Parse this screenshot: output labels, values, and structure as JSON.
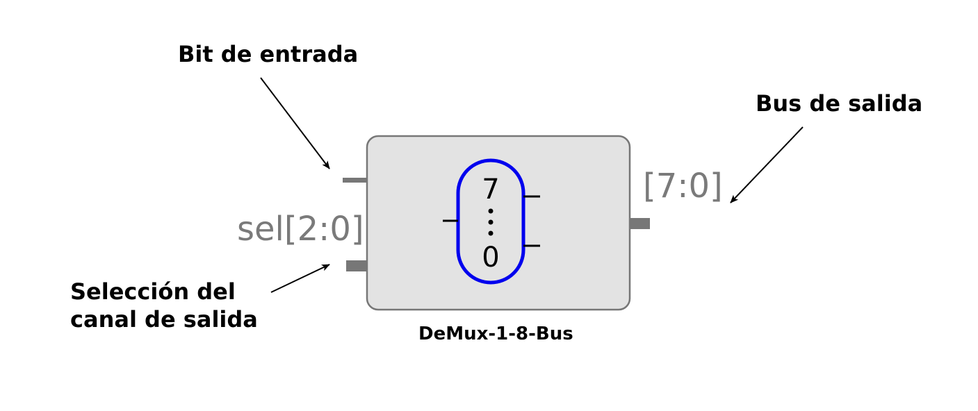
{
  "annotations": {
    "input_bit": "Bit de entrada",
    "output_bus": "Bus de salida",
    "select_line1": "Selección del",
    "select_line2": "canal de salida"
  },
  "ports": {
    "select": "sel[2:0]",
    "output": "[7:0]"
  },
  "block": {
    "name": "DeMux-1-8-Bus",
    "symbol_top": "7",
    "symbol_bottom": "0"
  },
  "colors": {
    "block_fill": "#e3e3e3",
    "block_border": "#777777",
    "symbol_outline": "#0000ee",
    "port_wire": "#777777",
    "port_label": "#7a7a7a"
  }
}
